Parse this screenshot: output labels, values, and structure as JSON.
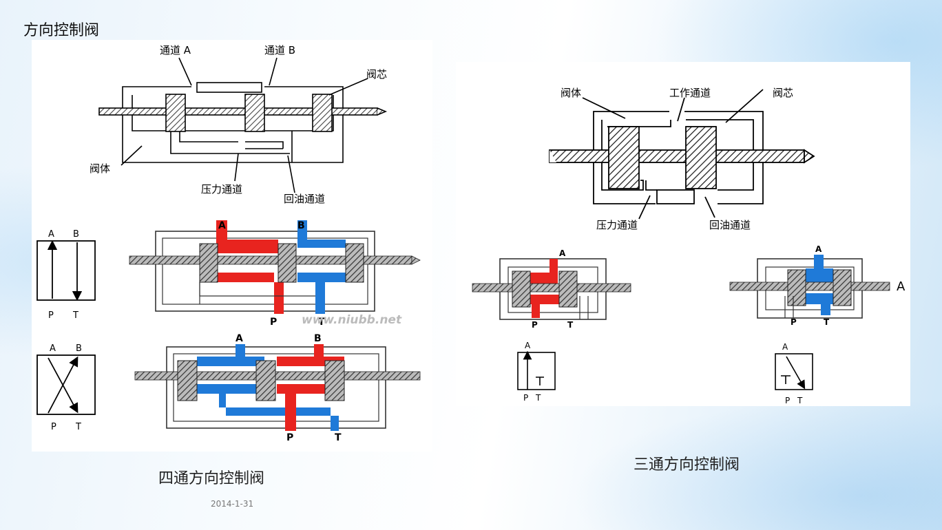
{
  "slide": {
    "title": "方向控制阀",
    "date": "2014-1-31",
    "watermark": "www.niubb.net"
  },
  "left_figure": {
    "top_diagram": {
      "label_channel_a": "通道 A",
      "label_channel_b": "通道 B",
      "label_spool": "阀芯",
      "label_body": "阀体",
      "label_pressure": "压力通道",
      "label_return": "回油通道"
    },
    "symbol_straight": {
      "a": "A",
      "b": "B",
      "p": "P",
      "t": "T"
    },
    "symbol_cross": {
      "a": "A",
      "b": "B",
      "p": "P",
      "t": "T"
    },
    "valve_1": {
      "a": "A",
      "b": "B",
      "p": "P",
      "t": "T"
    },
    "valve_2": {
      "a": "A",
      "b": "B",
      "p": "P",
      "t": "T"
    },
    "caption": "四通方向控制阀"
  },
  "right_figure": {
    "top_diagram": {
      "label_body": "阀体",
      "label_work": "工作通道",
      "label_spool": "阀芯",
      "label_pressure": "压力通道",
      "label_return": "回油通道"
    },
    "valve_left": {
      "a": "A",
      "p": "P",
      "t": "T"
    },
    "valve_right": {
      "a": "A",
      "p": "P",
      "t": "T",
      "end_a": "A"
    },
    "symbol_left": {
      "a": "A",
      "p": "P",
      "t": "T"
    },
    "symbol_right": {
      "a": "A",
      "p": "P",
      "t": "T"
    },
    "caption": "三通方向控制阀"
  },
  "colors": {
    "pressure": "#e8241f",
    "return": "#1f7ad8",
    "hatch": "#444444",
    "panel": "#ffffff"
  }
}
